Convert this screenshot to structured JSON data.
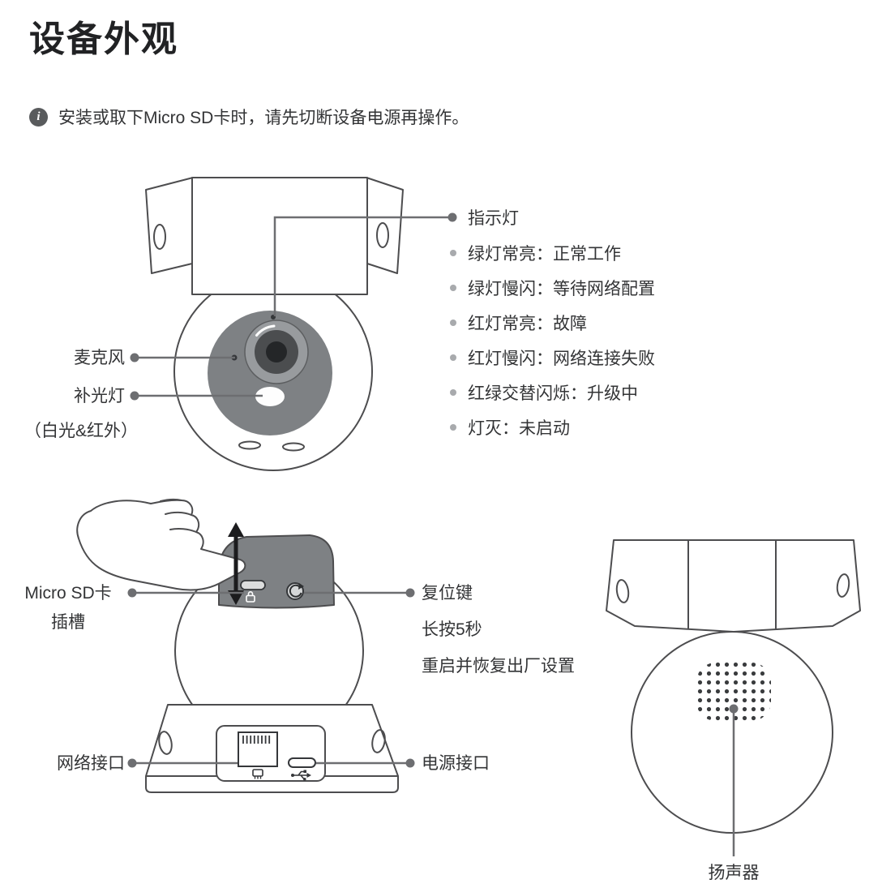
{
  "page": {
    "title": "设备外观",
    "note_icon_glyph": "i",
    "note": "安装或取下Micro SD卡时，请先切断设备电源再操作。"
  },
  "front_view": {
    "mic_label": "麦克风",
    "fill_light_label": "补光灯",
    "fill_light_sub": "（白光&红外）",
    "indicator_label": "指示灯",
    "indicator_states": [
      "绿灯常亮：正常工作",
      "绿灯慢闪：等待网络配置",
      "红灯常亮：故障",
      "红灯慢闪：网络连接失败",
      "红绿交替闪烁：升级中",
      "灯灭：未启动"
    ]
  },
  "bottom_view": {
    "sd_label_line1": "Micro SD卡",
    "sd_label_line2": "插槽",
    "reset_label": "复位键",
    "reset_desc1": "长按5秒",
    "reset_desc2": "重启并恢复出厂设置",
    "network_label": "网络接口",
    "power_label": "电源接口"
  },
  "back_view": {
    "speaker_label": "扬声器"
  },
  "colors": {
    "line": "#4d4d4f",
    "callout": "#6d6e71",
    "dark_face": "#7e8184",
    "bullet": "#a8aaad",
    "text": "#333436"
  }
}
